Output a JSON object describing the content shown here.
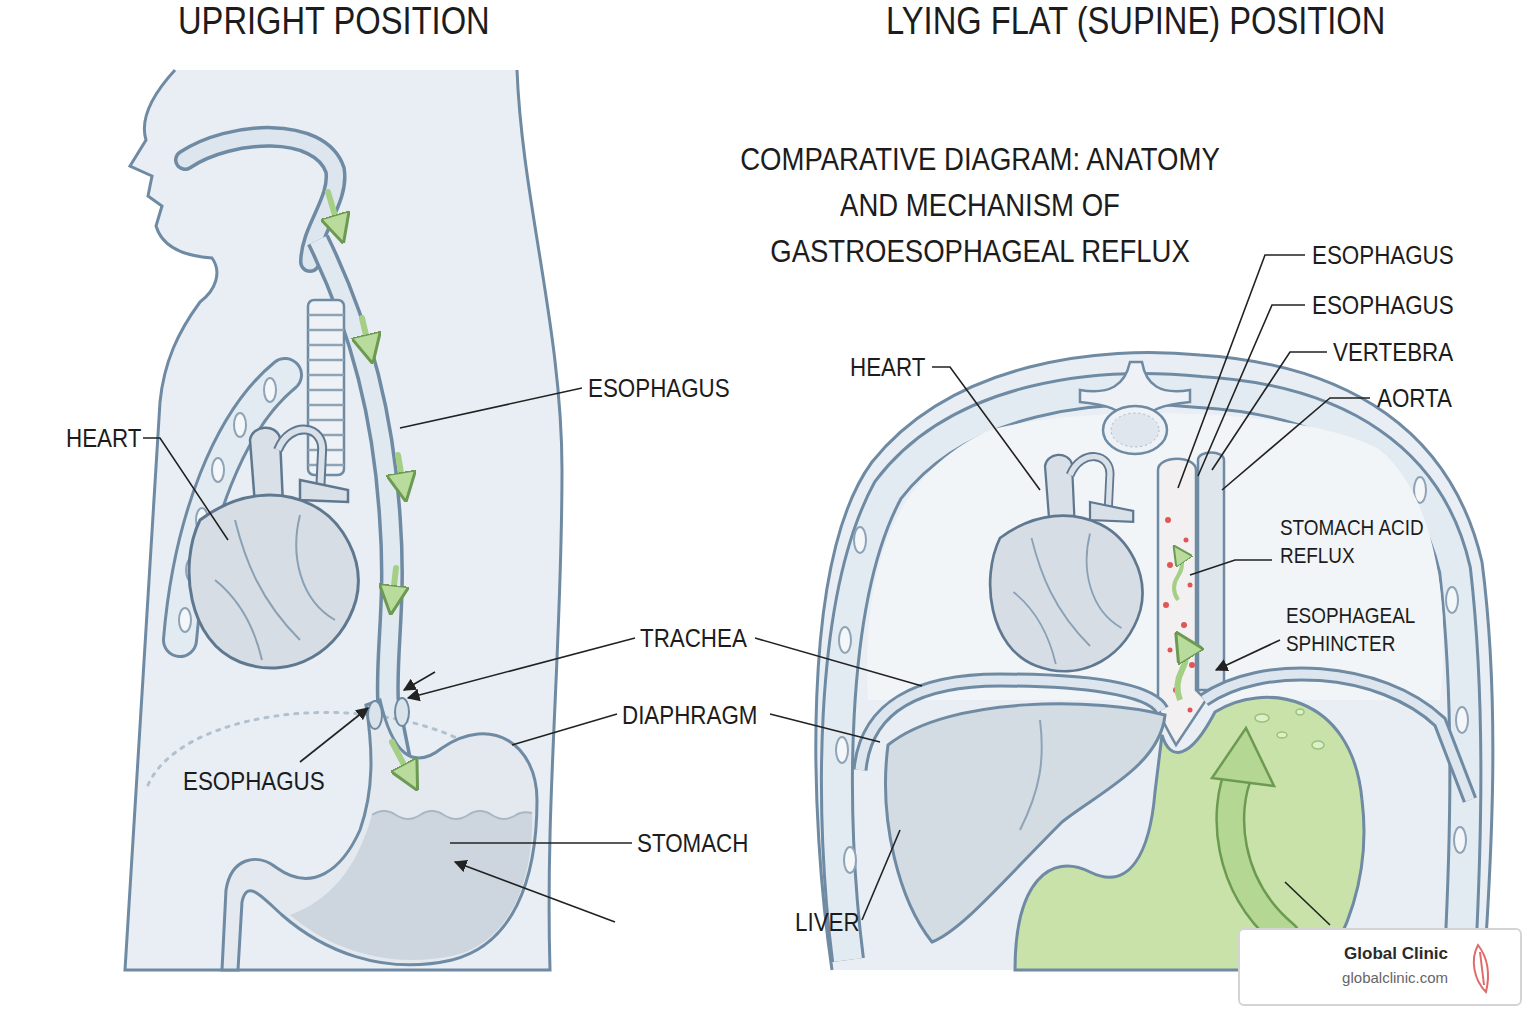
{
  "diagram": {
    "title": "COMPARATIVE DIAGRAM: ANATOMY AND MECHANISM OF GASTROESOPHAGEAL REFLUX",
    "nodes": [
      {
        "text": [
          "Global Clinic",
          "globalclinic.com"
        ]
      }
    ],
    "labels": [
      "UPRIGHT POSITION",
      "LYING FLAT (SUPINE) POSITION",
      "HEART",
      "ESOPHAGUS",
      "TRACHEA",
      "DIAPHRAGM",
      "ESOPHAGUS",
      "STOMACH",
      "HEART",
      "ESOPHAGUS",
      "ESOPHAGUS",
      "VERTEBRA",
      "AORTA",
      "STOMACH ACID REFLUX",
      "ESOPHAGEAL SPHINCTER",
      "LIVER"
    ]
  }
}
